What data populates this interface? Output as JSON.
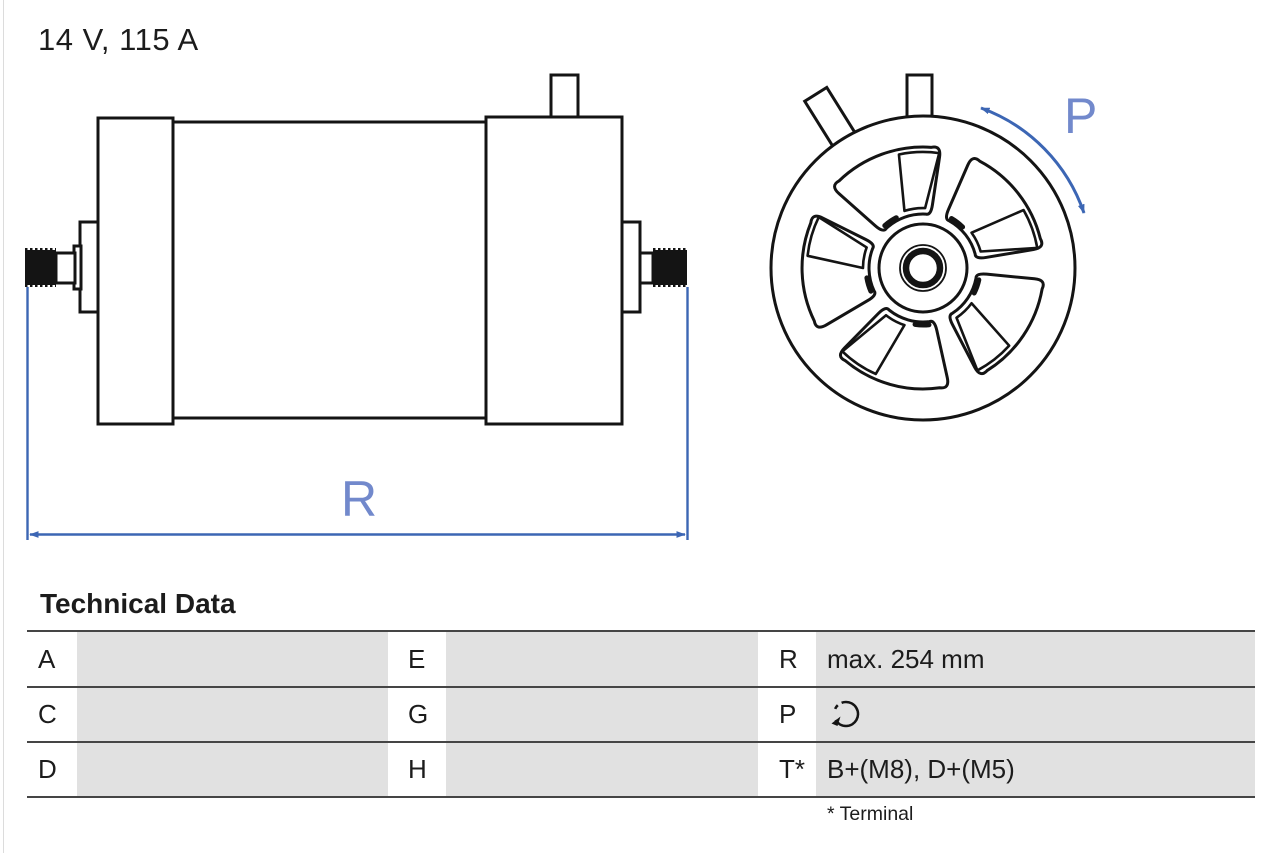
{
  "title": "14 V, 115 A",
  "diagram": {
    "dimension_label": "R",
    "rotation_label": "P",
    "icons": {
      "rotation_direction": "rotation-direction-arrow",
      "dimension_arrows": "double-headed-dimension-arrow"
    }
  },
  "table": {
    "heading": "Technical Data",
    "footnote": "* Terminal",
    "rows": [
      {
        "k1": "A",
        "v1": "",
        "k2": "E",
        "v2": "",
        "k3": "R",
        "v3": "max. 254 mm"
      },
      {
        "k1": "C",
        "v1": "",
        "k2": "G",
        "v2": "",
        "k3": "P",
        "v3": ""
      },
      {
        "k1": "D",
        "v1": "",
        "k2": "H",
        "v2": "",
        "k3": "T*",
        "v3": "B+(M8), D+(M5)"
      }
    ]
  },
  "colors": {
    "accent_blue": "#3c66b4",
    "label_blue": "#7289cc",
    "row_gray": "#e1e1e1",
    "line_gray": "#454545",
    "ink": "#1c1c1c"
  }
}
